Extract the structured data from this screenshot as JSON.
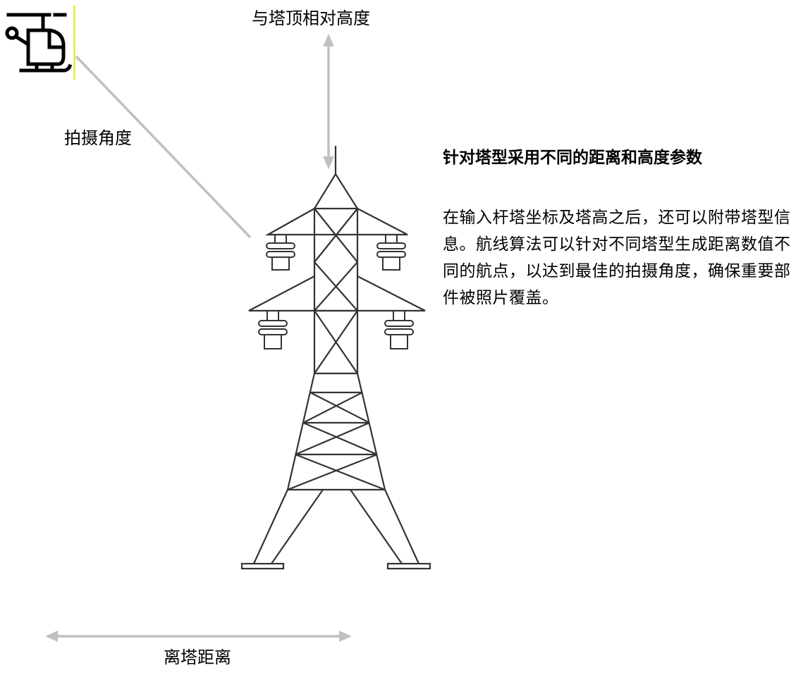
{
  "labels": {
    "height": "与塔顶相对高度",
    "angle": "拍摄角度",
    "distance": "离塔距离"
  },
  "description": {
    "title": "针对塔型采用不同的距离和高度参数",
    "body": "在输入杆塔坐标及塔高之后，还可以附带塔型信息。航线算法可以针对不同塔型生成距离数值不同的航点，以达到最佳的拍摄角度，确保重要部件被照片覆盖。"
  },
  "colors": {
    "arrow": "#c0c0c0",
    "marker": "#e6e600",
    "line": "#222222"
  }
}
